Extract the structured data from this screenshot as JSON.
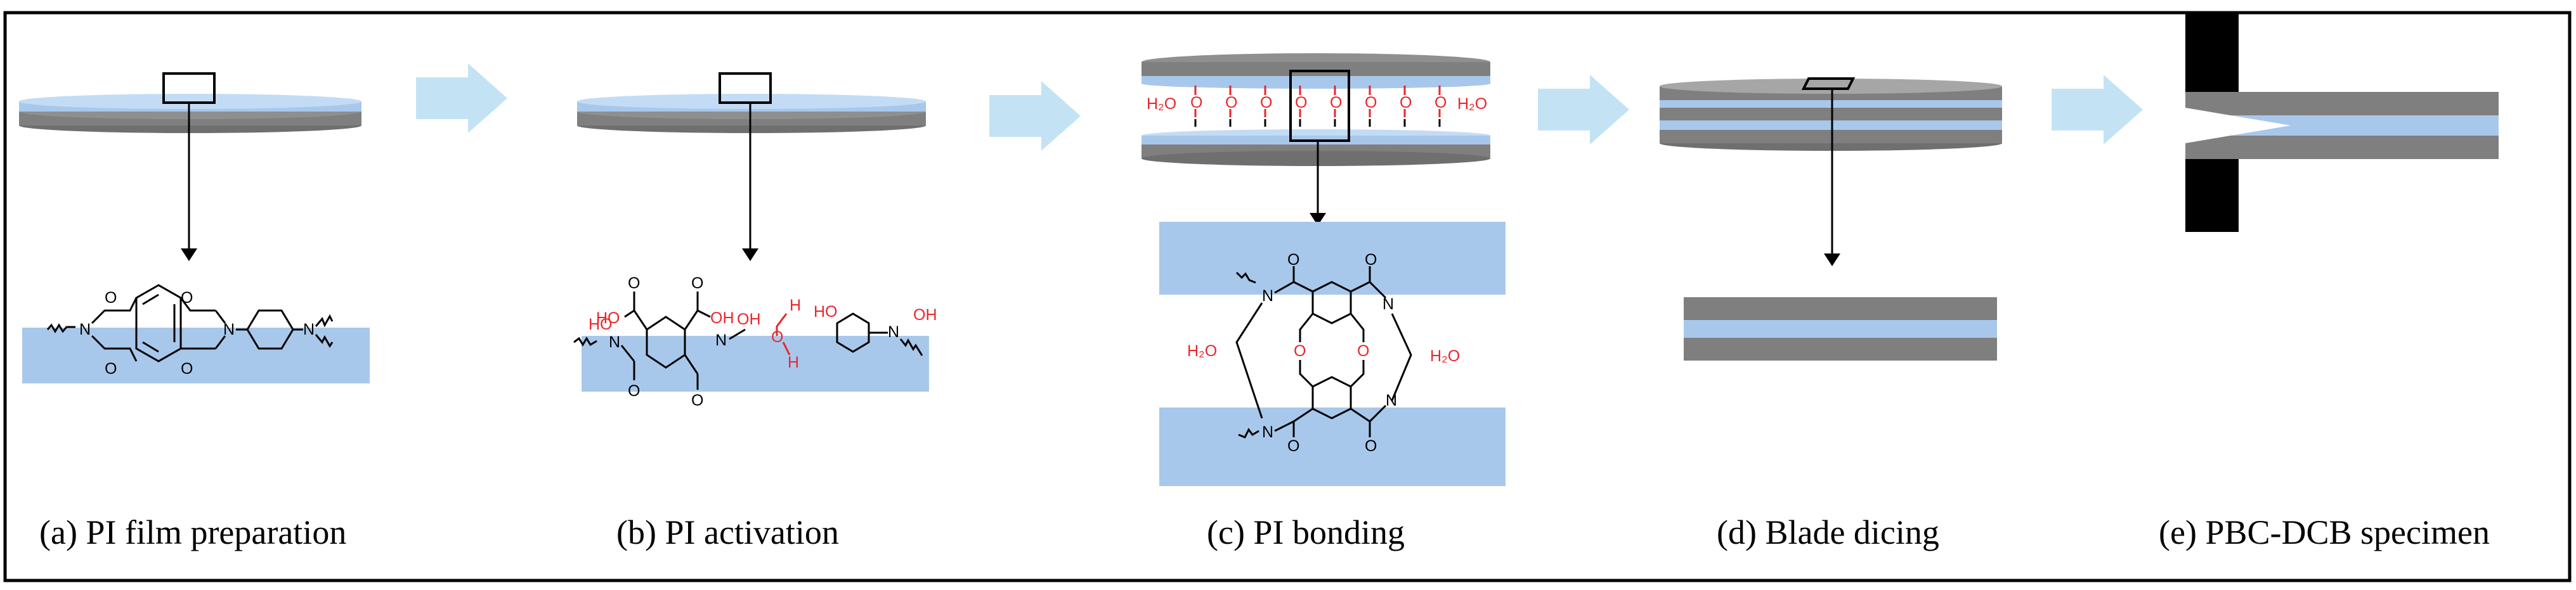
{
  "steps": [
    {
      "caption": "(a) PI film preparation"
    },
    {
      "caption": "(b) PI activation"
    },
    {
      "caption": "(c) PI bonding"
    },
    {
      "caption": "(d) Blade dicing"
    },
    {
      "caption": "(e) PBC-DCB specimen"
    }
  ],
  "molecule_labels": {
    "oxygen": "O",
    "nitrogen": "N",
    "hydroxyl_left": "HO",
    "hydroxyl_right": "OH",
    "hydrogen": "H",
    "water": "H₂O"
  },
  "colors": {
    "film_blue": "#a8c8eb",
    "wafer_grey": "#7f7f7f",
    "arrow_blue": "#c3e3f5",
    "label_red": "#e8262b",
    "specimen_black": "#000000"
  }
}
